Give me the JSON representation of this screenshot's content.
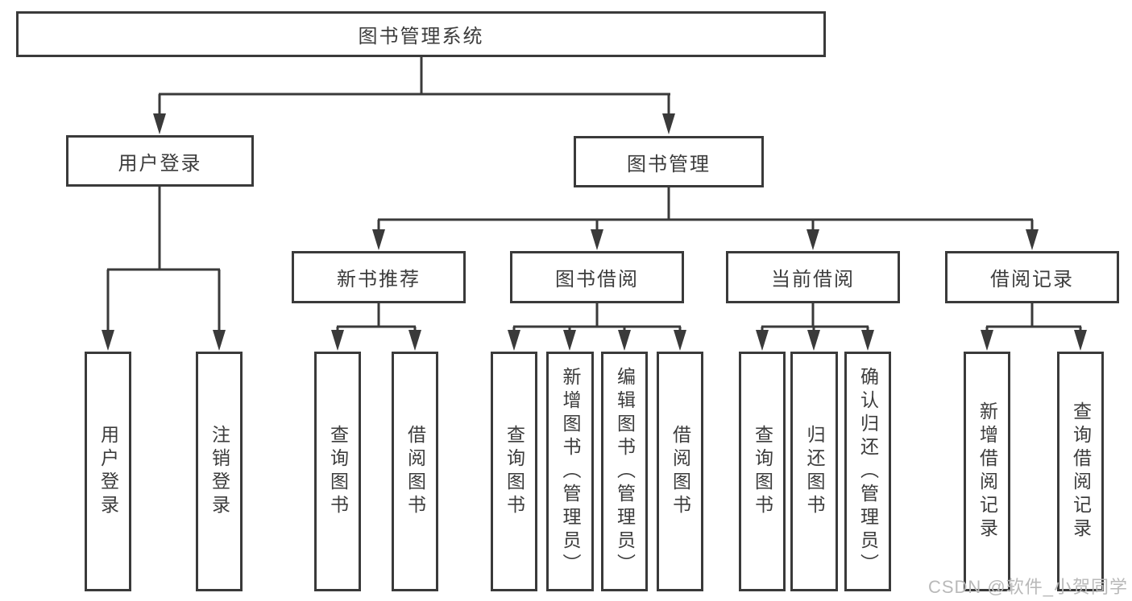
{
  "diagram": {
    "title": "图书管理系统",
    "tree": {
      "label": "图书管理系统",
      "children": [
        {
          "label": "用户登录",
          "children": [
            {
              "label": "用户登录"
            },
            {
              "label": "注销登录"
            }
          ]
        },
        {
          "label": "图书管理",
          "children": [
            {
              "label": "新书推荐",
              "children": [
                {
                  "label": "查询图书"
                },
                {
                  "label": "借阅图书"
                }
              ]
            },
            {
              "label": "图书借阅",
              "children": [
                {
                  "label": "查询图书"
                },
                {
                  "label": "新增图书（管理员）"
                },
                {
                  "label": "编辑图书（管理员）"
                },
                {
                  "label": "借阅图书"
                }
              ]
            },
            {
              "label": "当前借阅",
              "children": [
                {
                  "label": "查询图书"
                },
                {
                  "label": "归还图书"
                },
                {
                  "label": "确认归还（管理员）"
                }
              ]
            },
            {
              "label": "借阅记录",
              "children": [
                {
                  "label": "新增借阅记录"
                },
                {
                  "label": "查询借阅记录"
                }
              ]
            }
          ]
        }
      ]
    }
  },
  "watermark": {
    "text": "CSDN @软件_小贺同学"
  },
  "colors": {
    "line": "#3a3a3a",
    "text": "#3c3c3c",
    "watermark": "#b9b9b9",
    "background": "#ffffff"
  }
}
